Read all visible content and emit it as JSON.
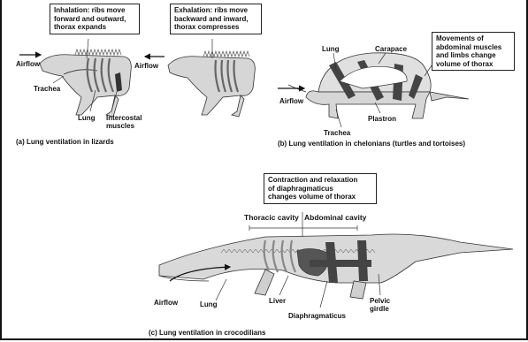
{
  "panel_a": {
    "inhalation_box": "Inhalation: ribs move\nforward and outward,\nthorax expands",
    "exhalation_box": "Exhalation: ribs move\nbackward and inward,\nthorax compresses",
    "airflow_left": "Airflow",
    "airflow_right": "Airflow",
    "trachea": "Trachea",
    "lung": "Lung",
    "intercostal": "Intercostal\nmuscles",
    "caption": "(a) Lung ventilation in lizards"
  },
  "panel_b": {
    "lung": "Lung",
    "carapace": "Carapace",
    "note_box": "Movements of\nabdominal muscles\nand limbs change\nvolume of thorax",
    "airflow": "Airflow",
    "trachea": "Trachea",
    "plastron": "Plastron",
    "caption": "(b) Lung ventilation in chelonians (turtles and tortoises)"
  },
  "panel_c": {
    "note_box": "Contraction and relaxation\nof diaphragmaticus\nchanges volume of thorax",
    "thoracic": "Thoracic cavity",
    "abdominal": "Abdominal cavity",
    "airflow": "Airflow",
    "lung": "Lung",
    "liver": "Liver",
    "diaphragmaticus": "Diaphragmaticus",
    "pelvic": "Pelvic\ngirdle",
    "caption": "(c) Lung ventilation in crocodilians"
  }
}
